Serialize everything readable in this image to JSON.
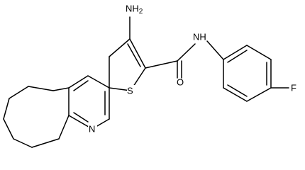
{
  "molecule": {
    "atoms": {
      "amino": "NH2",
      "sulfur": "S",
      "ring_nitrogen": "N",
      "oxygen": "O",
      "amide_nh": "NH",
      "fluorine": "F"
    }
  },
  "colors": {
    "bond": "#000000",
    "background": "#ffffff"
  }
}
